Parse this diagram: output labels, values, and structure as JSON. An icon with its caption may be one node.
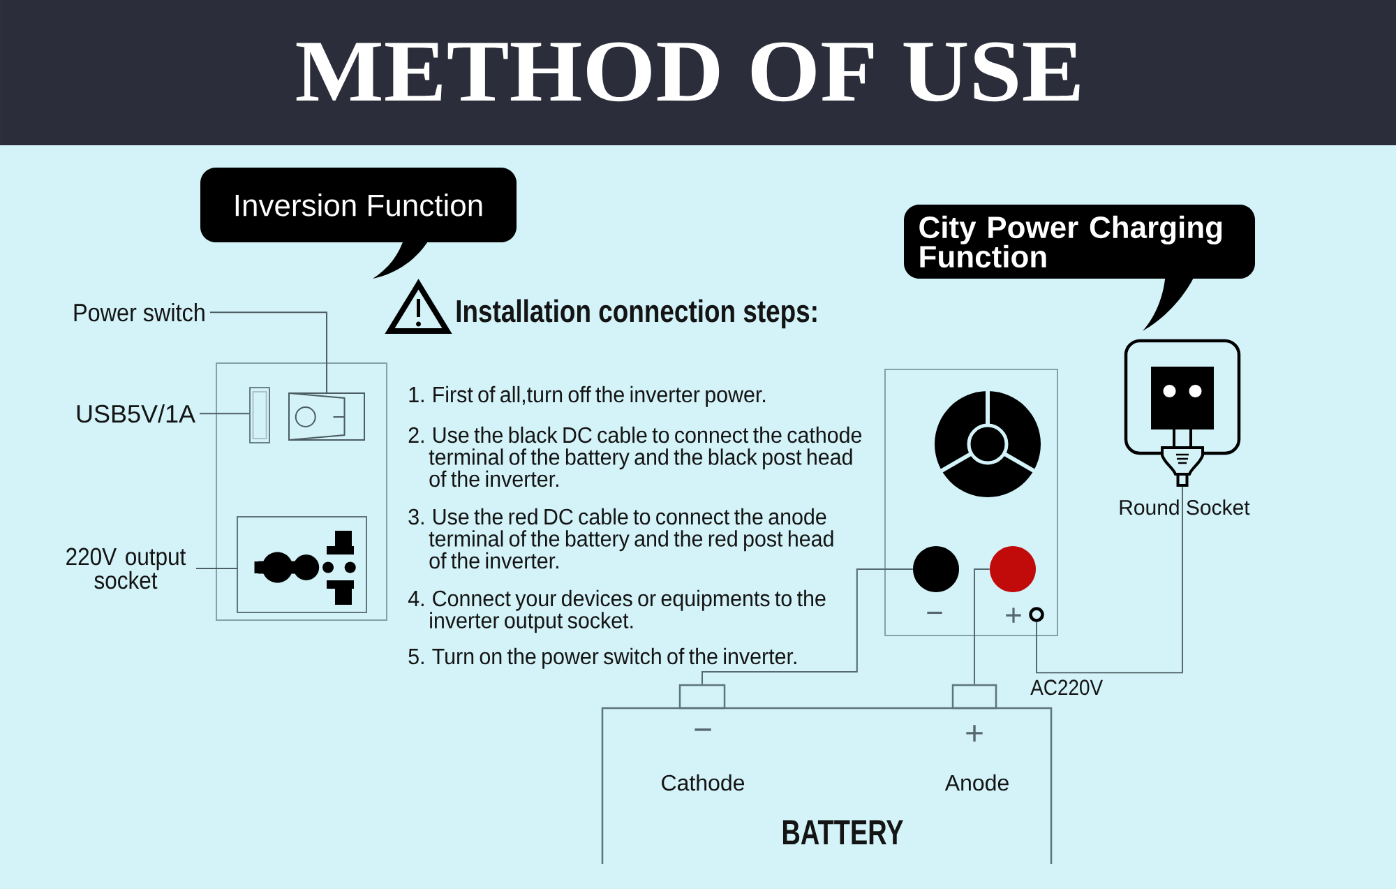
{
  "diagram": {
    "title": "METHOD OF USE",
    "nodes": [
      {
        "text": [
          "Inversion Function"
        ]
      },
      {
        "text": [
          "City Power Charging Function"
        ]
      },
      {
        "text": [
          "Power switch"
        ]
      },
      {
        "text": [
          "USB5V/1A"
        ]
      },
      {
        "text": [
          "220V output socket"
        ]
      },
      {
        "text": [],
        "shape": "box"
      },
      {
        "text": [],
        "shape": "box",
        "in": 5
      },
      {
        "text": [],
        "shape": "picture",
        "in": 5
      },
      {
        "text": [],
        "shape": "picture",
        "in": 5
      },
      {
        "text": [],
        "shape": "box"
      },
      {
        "text": [],
        "shape": "circle",
        "in": 9,
        "beside": [
          "−"
        ]
      },
      {
        "text": [],
        "shape": "circle",
        "in": 9,
        "beside": [
          "+"
        ]
      },
      {
        "text": [],
        "shape": "circle",
        "in": 9
      },
      {
        "text": [],
        "shape": "picture",
        "beside": [
          "Round Socket"
        ]
      },
      {
        "text": [
          "−",
          "+",
          "Cathode",
          "Anode",
          "BATTERY"
        ]
      },
      {
        "text": [],
        "shape": "box"
      },
      {
        "text": [],
        "shape": "box"
      }
    ],
    "edges": [
      {
        "from": 2,
        "to": 7,
        "arrow": "none"
      },
      {
        "from": 3,
        "to": 6,
        "arrow": "none"
      },
      {
        "from": 4,
        "to": 8,
        "arrow": "none"
      },
      {
        "from": 10,
        "to": 15,
        "arrow": "none"
      },
      {
        "from": 11,
        "to": 16,
        "arrow": "none"
      },
      {
        "from": 13,
        "to": 12,
        "arrow": "none",
        "label": "AC220V"
      }
    ],
    "labels": [
      "Installation connection steps:",
      "1. First of all,turn off the inverter power.",
      "2. Use the black DC cable to connect the cathode terminal of the battery and the black post head of the inverter.",
      "3. Use the red DC cable to connect the anode terminal of the battery and the red post head of the inverter.",
      "4. Connect your devices or equipments to the inverter output socket.",
      "5. Turn on the power switch of the inverter."
    ]
  }
}
